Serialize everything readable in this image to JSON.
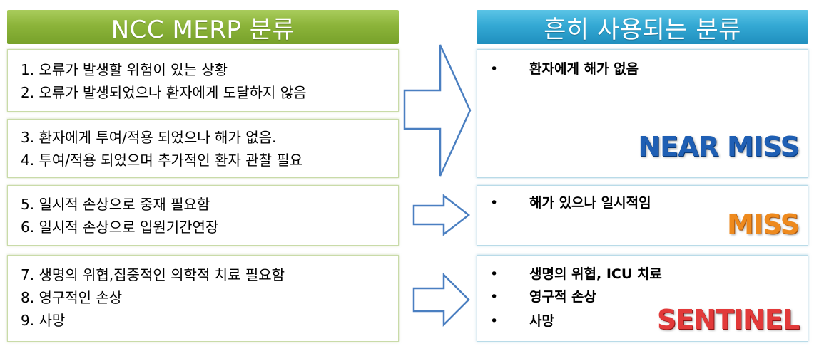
{
  "left_header": "NCC MERP 분류",
  "right_header": "흔히 사용되는 분류",
  "left_groups": [
    {
      "lines": [
        "1. 오류가 발생할 위험이 있는 상황",
        "2. 오류가 발생되었으나 환자에게 도달하지 않음"
      ]
    },
    {
      "lines": [
        "3. 환자에게 투여/적용 되었으나 해가 없음.",
        "4. 투여/적용 되었으며 추가적인 환자 관찰 필요"
      ]
    },
    {
      "lines": [
        "5. 일시적 손상으로 중재 필요함",
        "6. 일시적 손상으로 입원기간연장"
      ]
    },
    {
      "lines": [
        "7. 생명의 위협,집중적인 의학적 치료 필요함",
        "8. 영구적인 손상",
        "9. 사망"
      ]
    }
  ],
  "right_groups": [
    {
      "bullets": [
        "환자에게 해가 없음"
      ],
      "label": "NEAR MISS"
    },
    {
      "bullets": [
        "해가 있으나 일시적임"
      ],
      "label": "MISS"
    },
    {
      "bullets": [
        "생명의 위협, ICU 치료",
        "영구적 손상",
        "사망"
      ],
      "label": "SENTINEL"
    }
  ],
  "bullet_symbol": "•",
  "colors": {
    "left_header": "#8cb43a",
    "right_header": "#34a9d4",
    "arrow_stroke": "#4a7fc1",
    "near_miss": "#1f5fb4",
    "miss": "#ee8a1e",
    "sentinel": "#e23a3a"
  }
}
